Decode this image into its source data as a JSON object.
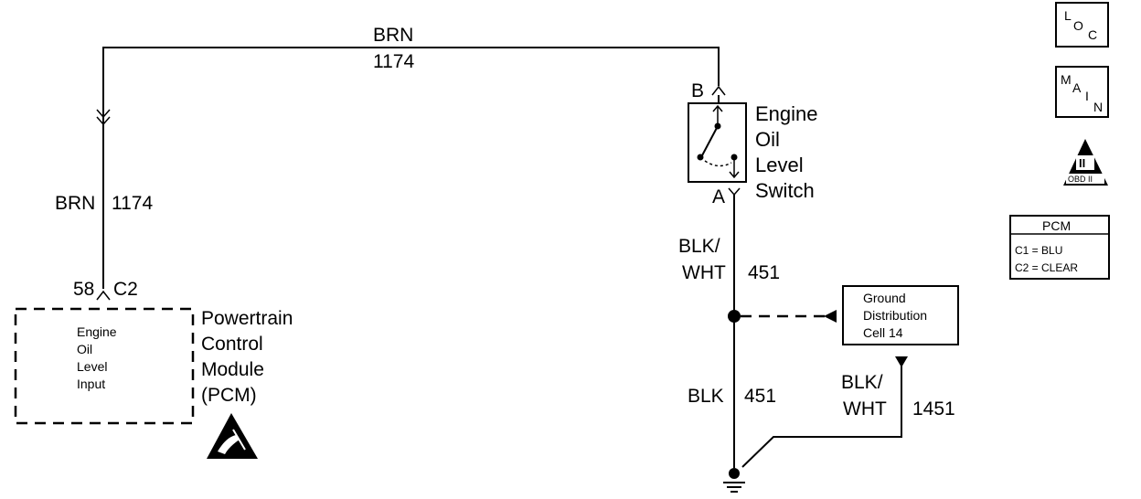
{
  "top_wire": {
    "color": "BRN",
    "circuit": "1174"
  },
  "left_wire": {
    "color": "BRN",
    "circuit": "1174"
  },
  "pcm_connector": {
    "pin": "58",
    "connector": "C2"
  },
  "pcm_inner": [
    "Engine",
    "Oil",
    "Level",
    "Input"
  ],
  "pcm_name": [
    "Powertrain",
    "Control",
    "Module",
    "(PCM)"
  ],
  "switch": {
    "pin_b": "B",
    "pin_a": "A",
    "name": [
      "Engine",
      "Oil",
      "Level",
      "Switch"
    ]
  },
  "wire_451_upper": {
    "color_line1": "BLK/",
    "color_line2": "WHT",
    "circuit": "451"
  },
  "ground_box": [
    "Ground",
    "Distribution",
    "Cell 14"
  ],
  "wire_451_lower": {
    "color": "BLK",
    "circuit": "451"
  },
  "wire_1451": {
    "color_line1": "BLK/",
    "color_line2": "WHT",
    "circuit": "1451"
  },
  "loc_icon": {
    "l": "L",
    "o": "O",
    "c": "C"
  },
  "main_icon": {
    "m": "M",
    "a": "A",
    "i": "I",
    "n": "N"
  },
  "obd_icon": {
    "numeral": "II",
    "label": "OBD II"
  },
  "pcm_legend": {
    "title": "PCM",
    "row1": "C1 = BLU",
    "row2": "C2 = CLEAR"
  }
}
